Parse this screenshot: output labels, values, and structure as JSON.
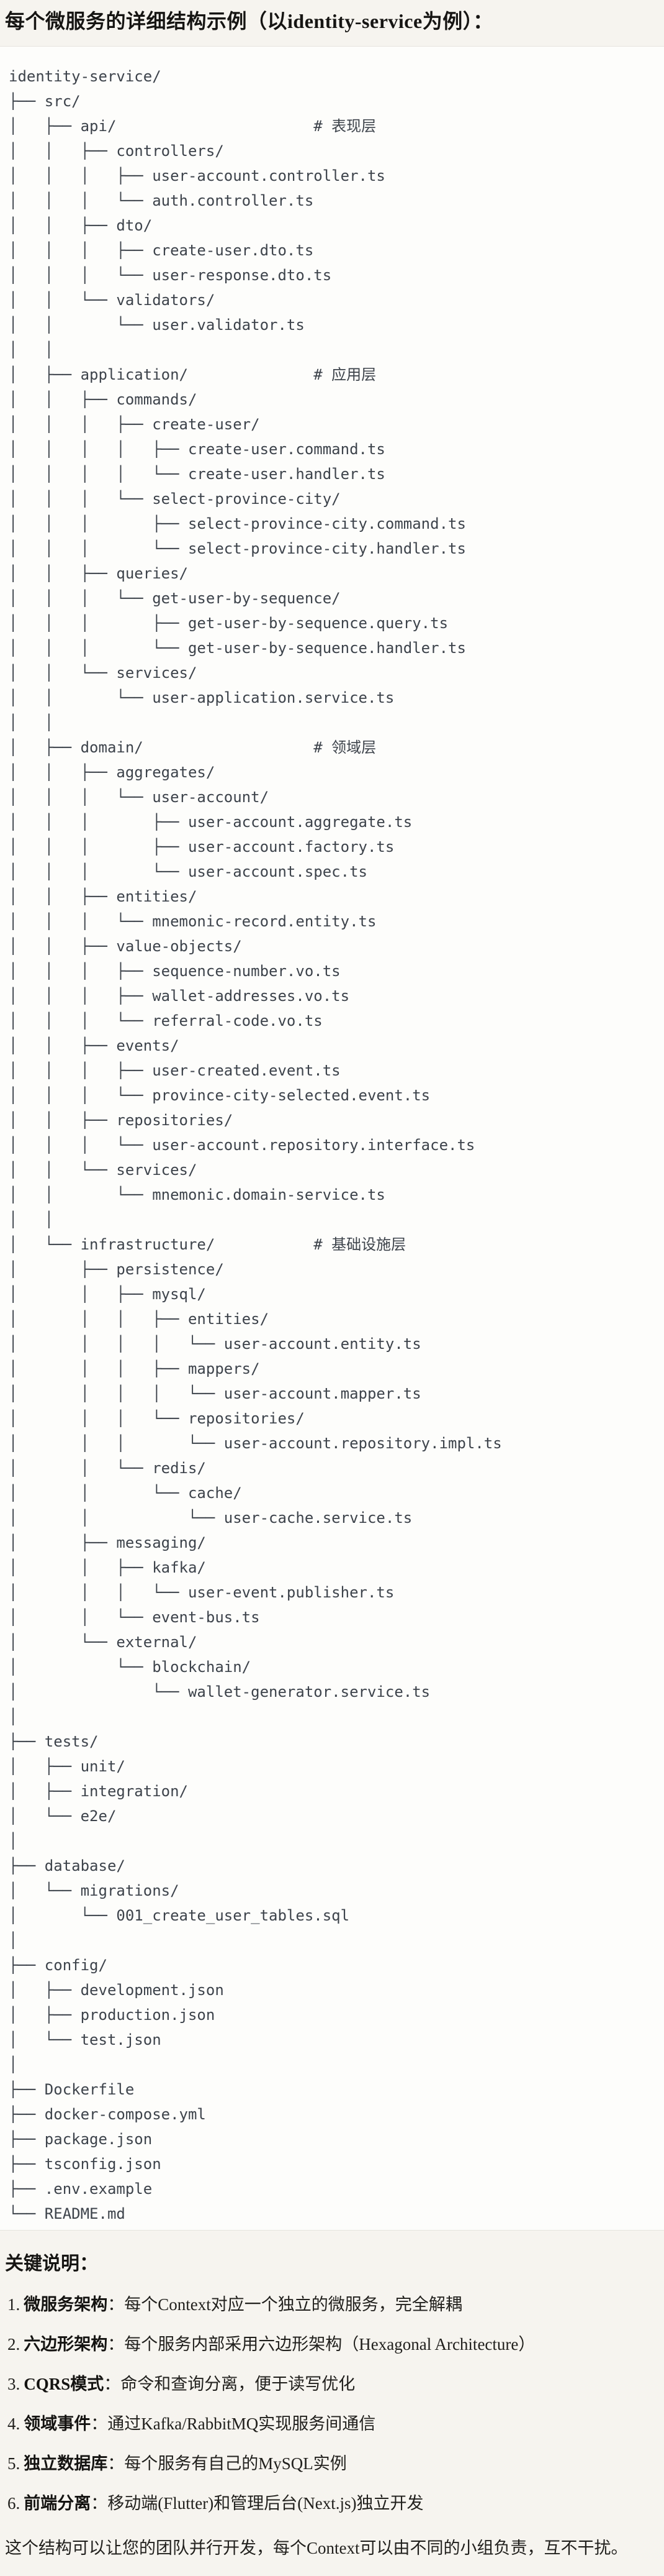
{
  "title": "每个微服务的详细结构示例（以identity-service为例）：",
  "colors": {
    "page_bg": "#f6f4ef",
    "code_bg": "#fdfdfb",
    "code_border": "#e6e4de",
    "code_text": "#3d434b",
    "heading_text": "#161513"
  },
  "tree": {
    "lines": [
      "identity-service/",
      "├── src/",
      "│   ├── api/                      # 表现层",
      "│   │   ├── controllers/",
      "│   │   │   ├── user-account.controller.ts",
      "│   │   │   └── auth.controller.ts",
      "│   │   ├── dto/",
      "│   │   │   ├── create-user.dto.ts",
      "│   │   │   └── user-response.dto.ts",
      "│   │   └── validators/",
      "│   │       └── user.validator.ts",
      "│   │",
      "│   ├── application/              # 应用层",
      "│   │   ├── commands/",
      "│   │   │   ├── create-user/",
      "│   │   │   │   ├── create-user.command.ts",
      "│   │   │   │   └── create-user.handler.ts",
      "│   │   │   └── select-province-city/",
      "│   │   │       ├── select-province-city.command.ts",
      "│   │   │       └── select-province-city.handler.ts",
      "│   │   ├── queries/",
      "│   │   │   └── get-user-by-sequence/",
      "│   │   │       ├── get-user-by-sequence.query.ts",
      "│   │   │       └── get-user-by-sequence.handler.ts",
      "│   │   └── services/",
      "│   │       └── user-application.service.ts",
      "│   │",
      "│   ├── domain/                   # 领域层",
      "│   │   ├── aggregates/",
      "│   │   │   └── user-account/",
      "│   │   │       ├── user-account.aggregate.ts",
      "│   │   │       ├── user-account.factory.ts",
      "│   │   │       └── user-account.spec.ts",
      "│   │   ├── entities/",
      "│   │   │   └── mnemonic-record.entity.ts",
      "│   │   ├── value-objects/",
      "│   │   │   ├── sequence-number.vo.ts",
      "│   │   │   ├── wallet-addresses.vo.ts",
      "│   │   │   └── referral-code.vo.ts",
      "│   │   ├── events/",
      "│   │   │   ├── user-created.event.ts",
      "│   │   │   └── province-city-selected.event.ts",
      "│   │   ├── repositories/",
      "│   │   │   └── user-account.repository.interface.ts",
      "│   │   └── services/",
      "│   │       └── mnemonic.domain-service.ts",
      "│   │",
      "│   └── infrastructure/           # 基础设施层",
      "│       ├── persistence/",
      "│       │   ├── mysql/",
      "│       │   │   ├── entities/",
      "│       │   │   │   └── user-account.entity.ts",
      "│       │   │   ├── mappers/",
      "│       │   │   │   └── user-account.mapper.ts",
      "│       │   │   └── repositories/",
      "│       │   │       └── user-account.repository.impl.ts",
      "│       │   └── redis/",
      "│       │       └── cache/",
      "│       │           └── user-cache.service.ts",
      "│       ├── messaging/",
      "│       │   ├── kafka/",
      "│       │   │   └── user-event.publisher.ts",
      "│       │   └── event-bus.ts",
      "│       └── external/",
      "│           └── blockchain/",
      "│               └── wallet-generator.service.ts",
      "│",
      "├── tests/",
      "│   ├── unit/",
      "│   ├── integration/",
      "│   └── e2e/",
      "│",
      "├── database/",
      "│   └── migrations/",
      "│       └── 001_create_user_tables.sql",
      "│",
      "├── config/",
      "│   ├── development.json",
      "│   ├── production.json",
      "│   └── test.json",
      "│",
      "├── Dockerfile",
      "├── docker-compose.yml",
      "├── package.json",
      "├── tsconfig.json",
      "├── .env.example",
      "└── README.md"
    ]
  },
  "notes": {
    "heading": "关键说明：",
    "items": [
      {
        "num": "1.",
        "term": "微服务架构",
        "rest": "：每个Context对应一个独立的微服务，完全解耦"
      },
      {
        "num": "2.",
        "term": "六边形架构",
        "rest": "：每个服务内部采用六边形架构（Hexagonal Architecture）"
      },
      {
        "num": "3.",
        "term": "CQRS模式",
        "rest": "：命令和查询分离，便于读写优化"
      },
      {
        "num": "4.",
        "term": "领域事件",
        "rest": "：通过Kafka/RabbitMQ实现服务间通信"
      },
      {
        "num": "5.",
        "term": "独立数据库",
        "rest": "：每个服务有自己的MySQL实例"
      },
      {
        "num": "6.",
        "term": "前端分离",
        "rest": "：移动端(Flutter)和管理后台(Next.js)独立开发"
      }
    ],
    "footer": "这个结构可以让您的团队并行开发，每个Context可以由不同的小组负责，互不干扰。"
  }
}
